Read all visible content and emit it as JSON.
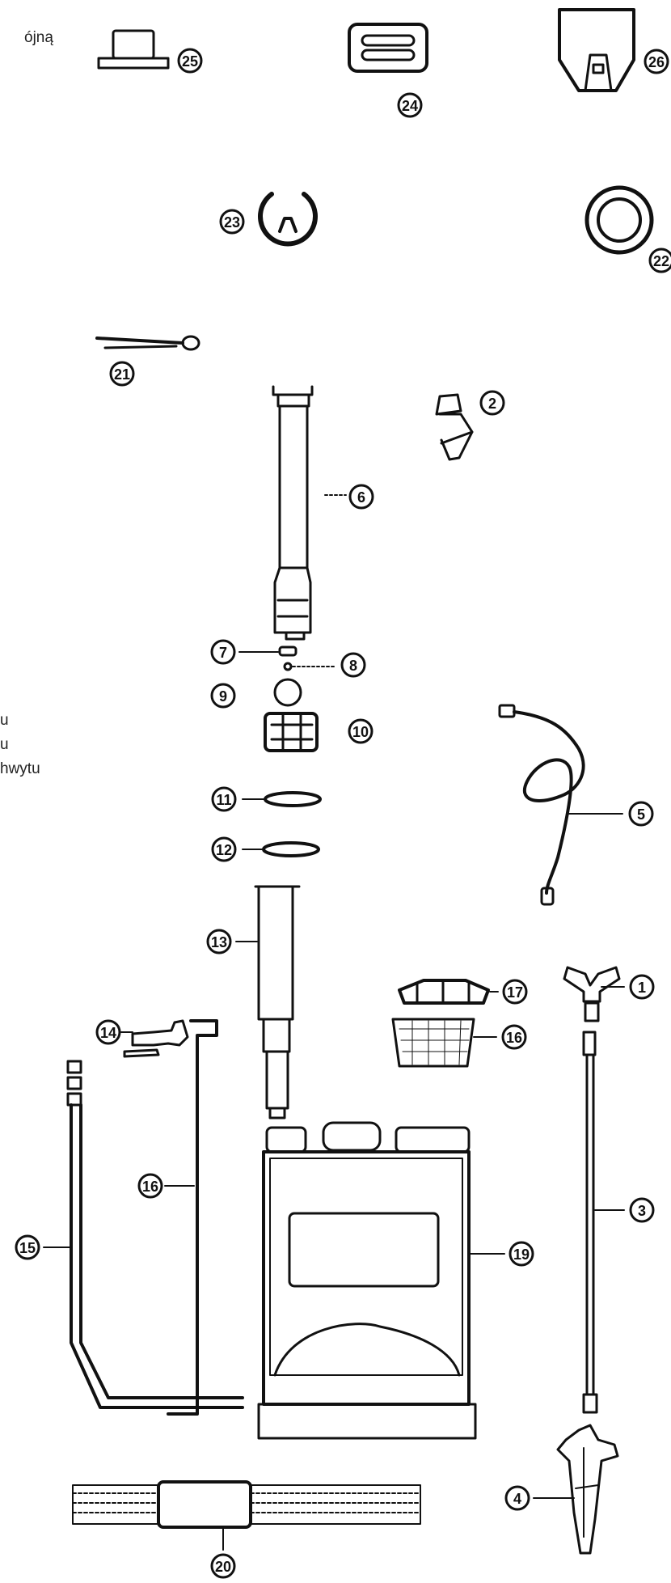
{
  "text_fragments": {
    "top": "ójną",
    "line1": "u",
    "line2": "u",
    "line3": "hwytu"
  },
  "parts": [
    {
      "id": "1",
      "label": "1"
    },
    {
      "id": "2",
      "label": "2"
    },
    {
      "id": "3",
      "label": "3"
    },
    {
      "id": "4",
      "label": "4"
    },
    {
      "id": "5",
      "label": "5"
    },
    {
      "id": "6",
      "label": "6"
    },
    {
      "id": "7",
      "label": "7"
    },
    {
      "id": "8",
      "label": "8"
    },
    {
      "id": "9",
      "label": "9"
    },
    {
      "id": "10",
      "label": "10"
    },
    {
      "id": "11",
      "label": "11"
    },
    {
      "id": "12",
      "label": "12"
    },
    {
      "id": "13",
      "label": "13"
    },
    {
      "id": "14",
      "label": "14"
    },
    {
      "id": "15",
      "label": "15"
    },
    {
      "id": "16a",
      "label": "16"
    },
    {
      "id": "16b",
      "label": "16"
    },
    {
      "id": "17",
      "label": "17"
    },
    {
      "id": "19",
      "label": "19"
    },
    {
      "id": "20",
      "label": "20"
    },
    {
      "id": "21",
      "label": "21"
    },
    {
      "id": "22",
      "label": "22"
    },
    {
      "id": "23",
      "label": "23"
    },
    {
      "id": "24",
      "label": "24"
    },
    {
      "id": "25",
      "label": "25"
    },
    {
      "id": "26",
      "label": "26"
    }
  ]
}
